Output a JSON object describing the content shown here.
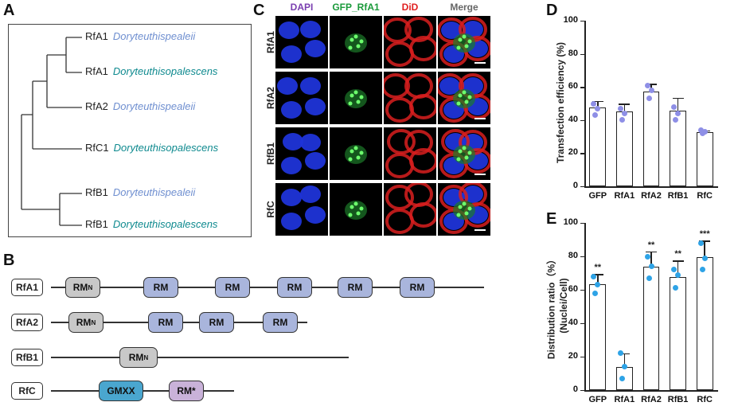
{
  "panels": {
    "A": "A",
    "B": "B",
    "C": "C",
    "D": "D",
    "E": "E"
  },
  "tree": [
    {
      "gene": "RfA1",
      "species": "Doryteuthispealeii",
      "color": "#6f8fd0"
    },
    {
      "gene": "RfA1",
      "species": "Doryteuthisopalescens",
      "color": "#0f8a8f"
    },
    {
      "gene": "RfA2",
      "species": "Doryteuthispealeii",
      "color": "#6f8fd0"
    },
    {
      "gene": "RfC1",
      "species": "Doryteuthisopalescens",
      "color": "#0f8a8f"
    },
    {
      "gene": "RfB1",
      "species": "Doryteuthispealeii",
      "color": "#6f8fd0"
    },
    {
      "gene": "RfB1",
      "species": "Doryteuthisopalescens",
      "color": "#0f8a8f"
    }
  ],
  "proteins": [
    {
      "name": "RfA1",
      "domains": [
        {
          "label": "RM",
          "sub": "N",
          "type": "rmn"
        },
        {
          "label": "RM",
          "sub": "",
          "type": "rm"
        },
        {
          "label": "RM",
          "sub": "",
          "type": "rm"
        },
        {
          "label": "RM",
          "sub": "",
          "type": "rm"
        },
        {
          "label": "RM",
          "sub": "",
          "type": "rm"
        },
        {
          "label": "RM",
          "sub": "",
          "type": "rm"
        }
      ]
    },
    {
      "name": "RfA2",
      "domains": [
        {
          "label": "RM",
          "sub": "N",
          "type": "rmn"
        },
        {
          "label": "RM",
          "sub": "",
          "type": "rm"
        },
        {
          "label": "RM",
          "sub": "",
          "type": "rm"
        },
        {
          "label": "RM",
          "sub": "",
          "type": "rm"
        }
      ]
    },
    {
      "name": "RfB1",
      "domains": [
        {
          "label": "RM",
          "sub": "N",
          "type": "rmn"
        }
      ]
    },
    {
      "name": "RfC",
      "domains": [
        {
          "label": "GMXX",
          "sub": "",
          "type": "gmxx"
        },
        {
          "label": "RM*",
          "sub": "",
          "type": "rmstar"
        }
      ]
    }
  ],
  "domain_colors": {
    "rmn": "#c8c8c8",
    "rm": "#a9b5dc",
    "gmxx": "#4aa6cf",
    "rmstar": "#c9b2d9"
  },
  "microscopy": {
    "channels": [
      {
        "label": "DAPI",
        "color": "#7a3fb0"
      },
      {
        "label": "GFP_RfA1",
        "color": "#1a9a3a"
      },
      {
        "label": "DiD",
        "color": "#e02020"
      },
      {
        "label": "Merge",
        "color": "#666666"
      }
    ],
    "rows": [
      "RfA1",
      "RfA2",
      "RfB1",
      "RfC"
    ]
  },
  "chart_data": [
    {
      "type": "bar",
      "title": "",
      "categories": [
        "GFP",
        "RfA1",
        "RfA2",
        "RfB1",
        "RfC"
      ],
      "values": [
        47.5,
        45,
        57,
        45.5,
        32.5
      ],
      "errors": [
        4,
        5,
        5,
        8,
        1.2
      ],
      "points": [
        [
          50,
          47,
          43
        ],
        [
          47,
          44,
          40
        ],
        [
          61,
          58,
          53
        ],
        [
          48,
          44,
          40
        ],
        [
          34,
          33,
          32
        ]
      ],
      "ylabel": "Transfection efficiency (%)",
      "xlabel": "",
      "ylim": [
        0,
        100
      ],
      "yticks": [
        0,
        20,
        40,
        60,
        80,
        100
      ],
      "point_color": "#8e8fe6",
      "significance": [
        "",
        "",
        "",
        "",
        ""
      ]
    },
    {
      "type": "bar",
      "title": "",
      "categories": [
        "GFP",
        "RfA1",
        "RfA2",
        "RfB1",
        "RfC"
      ],
      "values": [
        63.5,
        14,
        74,
        67.5,
        79.5
      ],
      "errors": [
        6,
        8,
        9,
        10,
        10
      ],
      "points": [
        [
          68,
          63,
          58
        ],
        [
          22,
          14,
          7
        ],
        [
          80,
          74,
          67
        ],
        [
          72,
          69,
          61
        ],
        [
          88,
          79,
          72
        ]
      ],
      "ylabel": "Distribution ratio（%）",
      "ylabel2": "(Nuclei/Cell)",
      "xlabel": "",
      "ylim": [
        0,
        100
      ],
      "yticks": [
        0,
        20,
        40,
        60,
        80,
        100
      ],
      "point_color": "#2ea3e6",
      "significance": [
        "**",
        "",
        "**",
        "**",
        "***"
      ]
    }
  ]
}
